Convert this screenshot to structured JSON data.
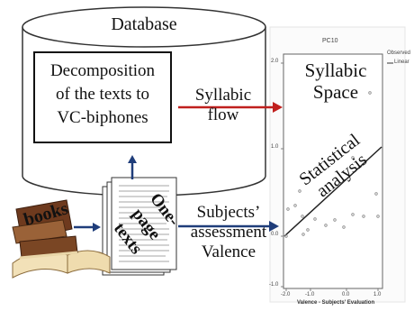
{
  "database": {
    "title": "Database"
  },
  "decomposition": {
    "line1": "Decomposition",
    "line2": "of the texts to",
    "line3": "VC-biphones"
  },
  "flows": {
    "syllabic_line1": "Syllabic",
    "syllabic_line2": "flow",
    "subjects_line1": "Subjects’",
    "subjects_line2": "assessment",
    "subjects_line3": "Valence"
  },
  "inputs": {
    "books_label": "books",
    "one_page_line1": "One-",
    "one_page_line2": "page",
    "one_page_line3": "texts"
  },
  "scatter": {
    "title": "PC10",
    "legend_observed": "Observed",
    "legend_linear": "Linear",
    "overlay_space_line1": "Syllabic",
    "overlay_space_line2": "Space",
    "overlay_analysis_line1": "Statistical",
    "overlay_analysis_line2": "analysis",
    "y_ticks": [
      "2.0",
      "1.0",
      "0.0",
      "-1.0"
    ],
    "x_ticks": [
      "-2.0",
      "-1.0",
      "0.0",
      "1.0"
    ],
    "xlabel": "Valence - Subjects' Evaluation"
  },
  "colors": {
    "arrow_red": "#c0201e",
    "arrow_blue": "#1f3d7a",
    "line": "#222222"
  }
}
